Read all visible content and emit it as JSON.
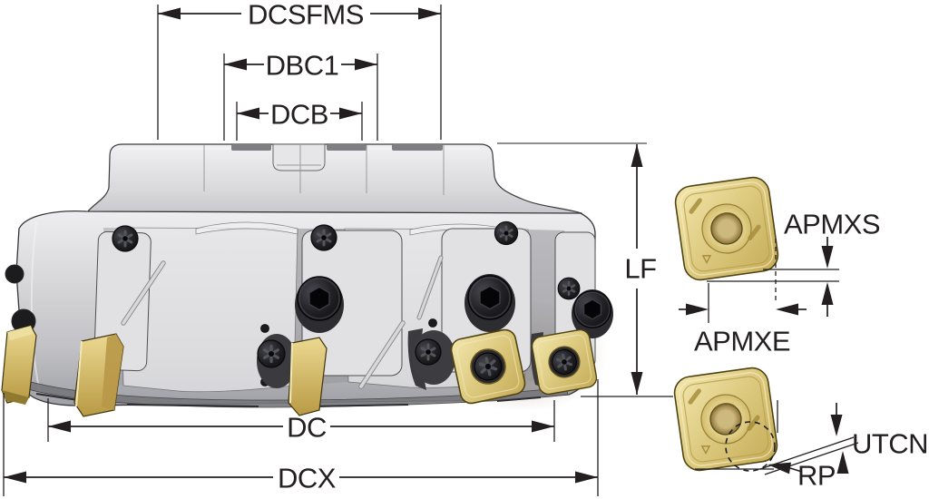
{
  "diagram": {
    "subject": "indexable face milling cutter, front view with square insert detail views",
    "labels": {
      "dcsfms": "DCSFMS",
      "dbc1": "DBC1",
      "dcb": "DCB",
      "lf": "LF",
      "dc": "DC",
      "dcx": "DCX",
      "apmxs": "APMXS",
      "apmxe": "APMXE",
      "utcn": "UTCN",
      "rp": "RP"
    },
    "colors": {
      "ink": "#231f20",
      "background": "#ffffff",
      "cutter_body_metal": "#d6d6d9",
      "insert_gold": "#dcc97e",
      "screw_dark": "#1a1a1c"
    }
  }
}
